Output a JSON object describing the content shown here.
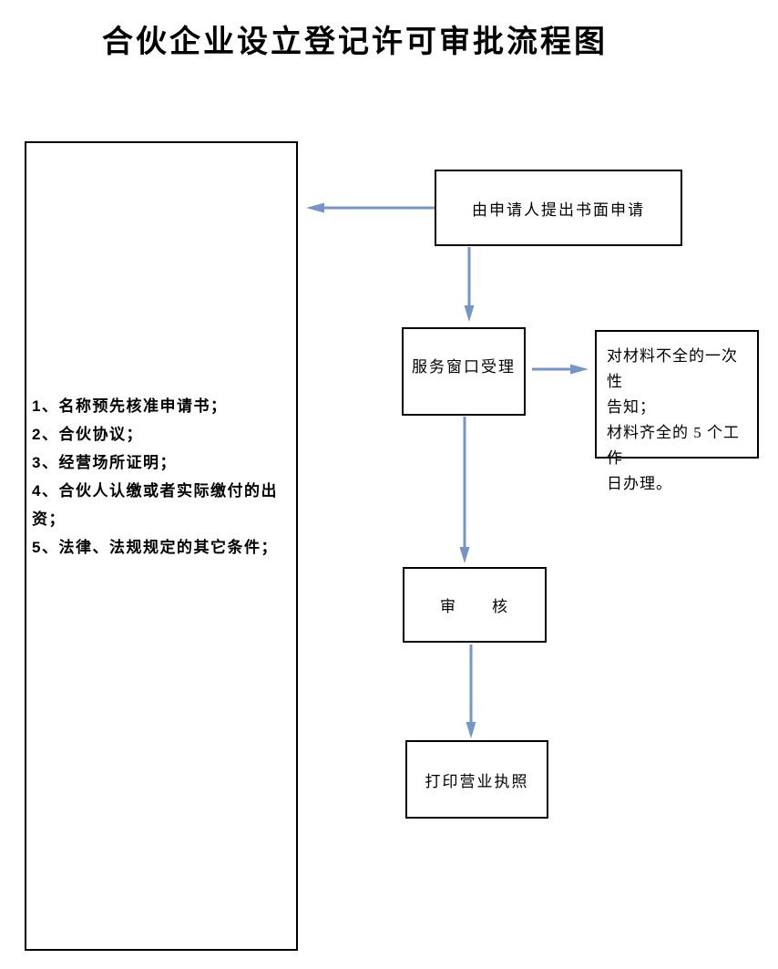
{
  "title": "合伙企业设立登记许可审批流程图",
  "colors": {
    "arrow": "#7396c8",
    "box_border": "#000000",
    "text": "#000000",
    "background": "#ffffff"
  },
  "requirements_panel": {
    "items": [
      "1、名称预先核准申请书；",
      "2、合伙协议；",
      "3、经营场所证明；",
      "4、合伙人认缴或者实际缴付的出资；",
      "5、法律、法规规定的其它条件；"
    ]
  },
  "nodes": {
    "apply": {
      "label": "由申请人提出书面申请"
    },
    "service": {
      "label": "服务窗口受理"
    },
    "notice": {
      "label": "对材料不全的一次性\n告知；\n材料齐全的 5 个工作\n日办理。"
    },
    "review": {
      "label": "审　　核"
    },
    "print": {
      "label": "打印营业执照"
    }
  },
  "arrows": [
    {
      "name": "apply-to-requirements",
      "direction": "left"
    },
    {
      "name": "apply-to-service",
      "direction": "down"
    },
    {
      "name": "service-to-notice",
      "direction": "right"
    },
    {
      "name": "service-to-review",
      "direction": "down"
    },
    {
      "name": "review-to-print",
      "direction": "down"
    }
  ]
}
